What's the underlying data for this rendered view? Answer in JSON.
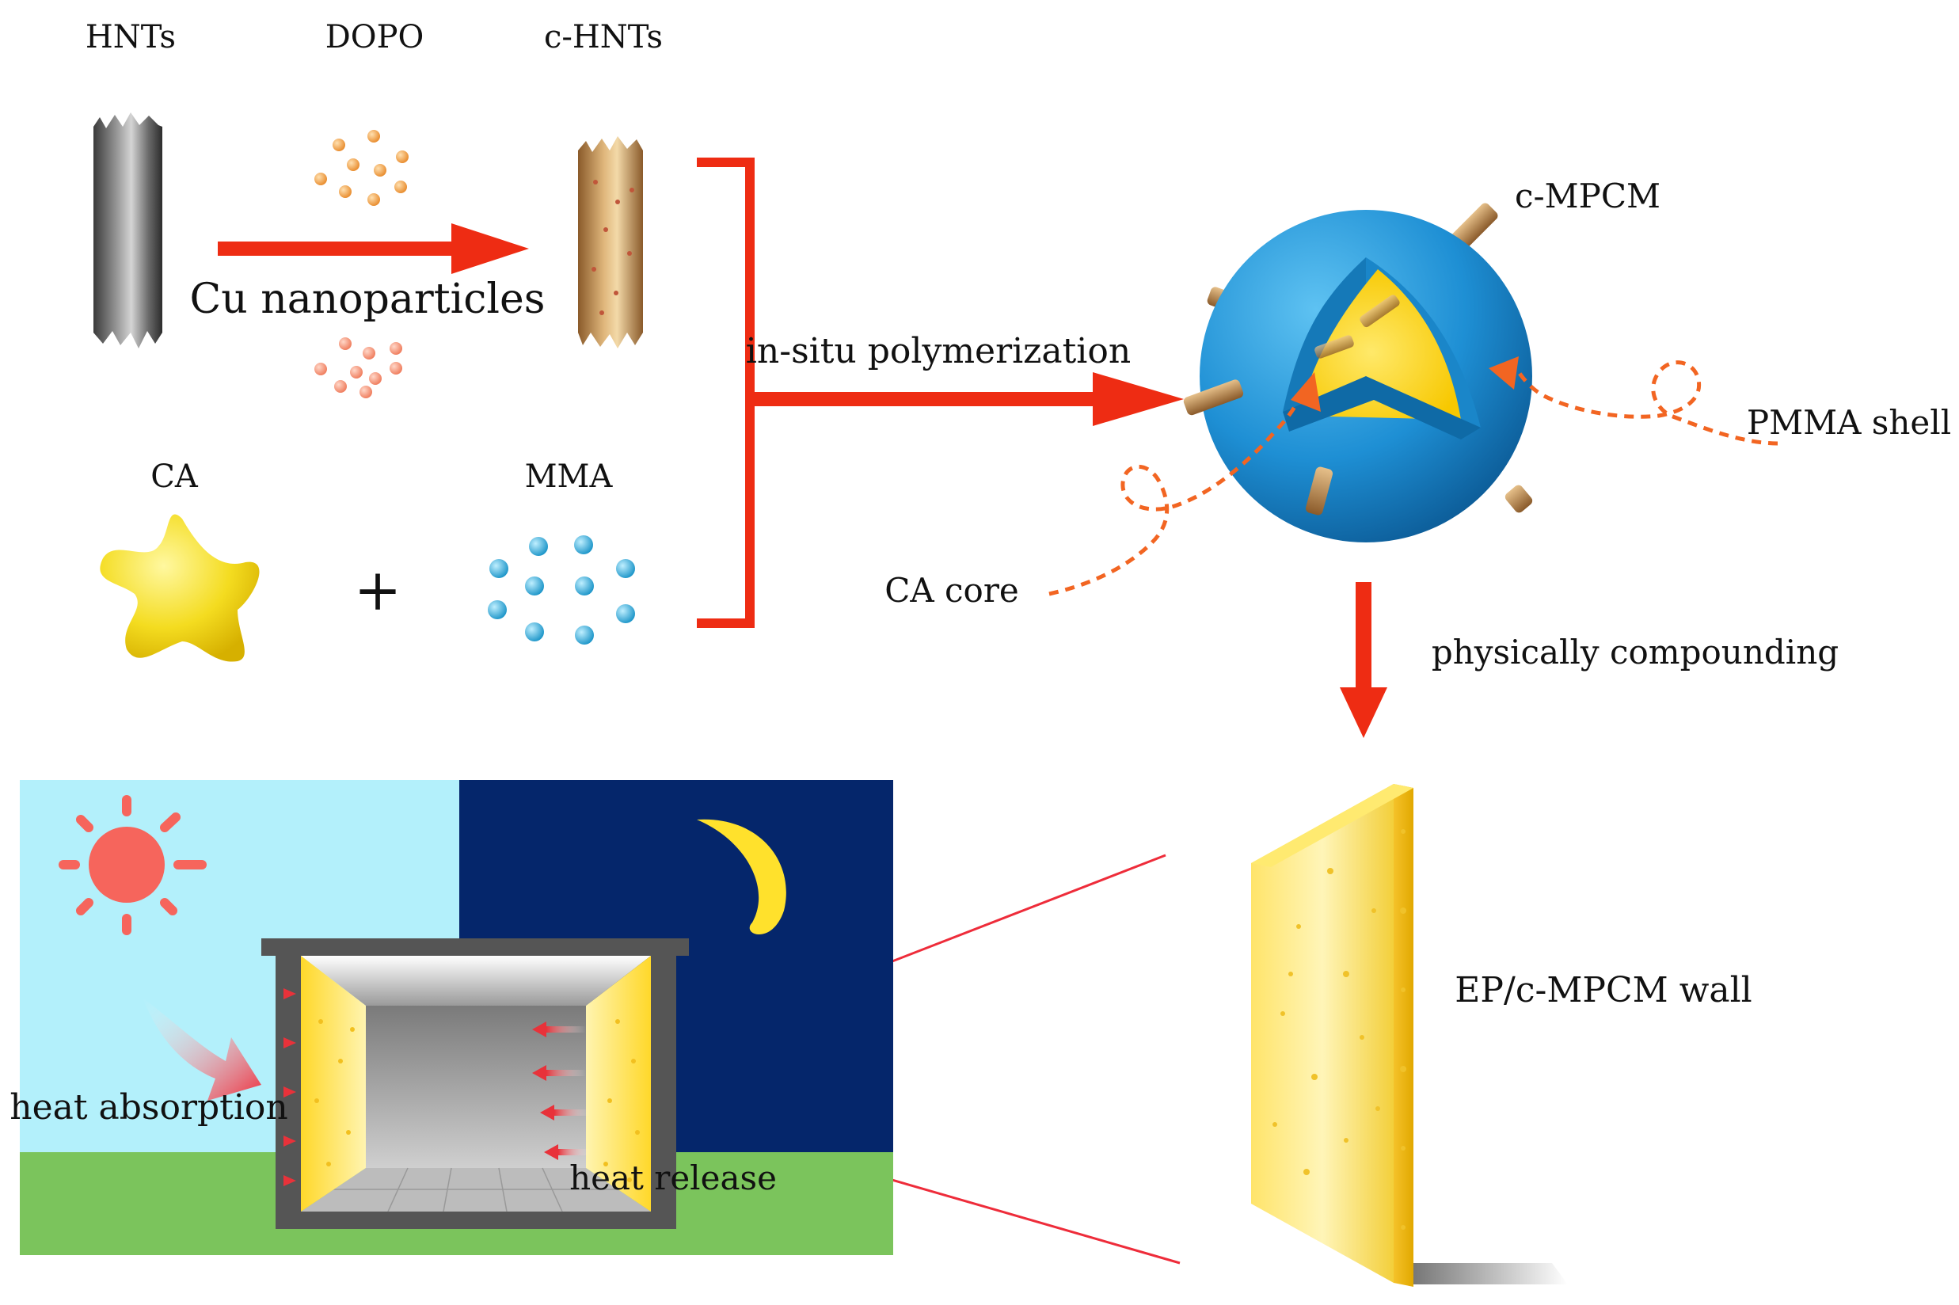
{
  "labels": {
    "hnts": "HNTs",
    "dopo": "DOPO",
    "c_hnts": "c-HNTs",
    "cu_nanoparticles": "Cu nanoparticles",
    "in_situ": "in-situ polymerization",
    "c_mpcm": "c-MPCM",
    "pmma_shell": "PMMA shell",
    "ca_core": "CA core",
    "ca": "CA",
    "mma": "MMA",
    "plus": "+",
    "physically_compounding": "physically compounding",
    "ep_wall": "EP/c-MPCM wall",
    "heat_absorption": "heat absorption",
    "heat_release": "heat release"
  },
  "colors": {
    "arrow_red": "#ee2c13",
    "dashed_orange": "#f26522",
    "sky_day": "#b3f0fb",
    "sky_night": "#05266b",
    "grass": "#7bc45c",
    "sun": "#f6655c",
    "moon": "#ffe12c",
    "pmma_blue": "#1e8fd4",
    "core_yellow": "#ffd519",
    "dopo_orange": "#f0a040",
    "cu_orange": "#f58b6c",
    "mma_cyan": "#2aa8d6",
    "hnt_tan": "#c79b63",
    "hnt_gray": "#5a5a5a"
  }
}
